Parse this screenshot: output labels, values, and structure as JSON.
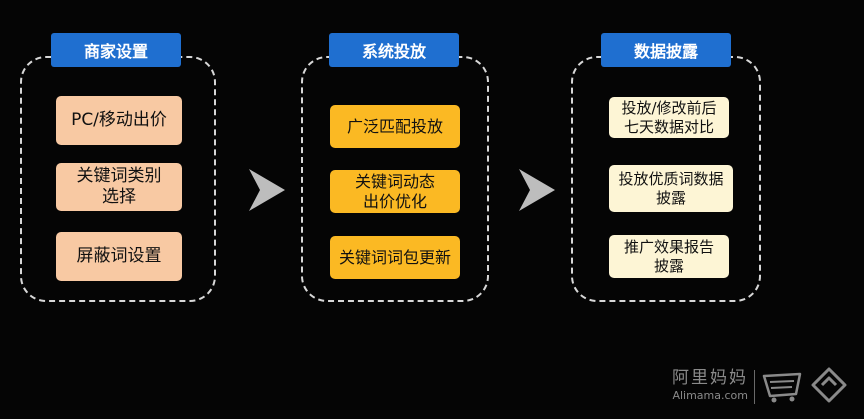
{
  "columns": [
    {
      "header": "商家设置",
      "items": [
        "PC/移动出价",
        "关键词类别\n选择",
        "屏蔽词设置"
      ]
    },
    {
      "header": "系统投放",
      "items": [
        "广泛匹配投放",
        "关键词动态\n出价优化",
        "关键词词包更新"
      ]
    },
    {
      "header": "数据披露",
      "items": [
        "投放/修改前后\n七天数据对比",
        "投放优质词数据\n披露",
        "推广效果报告\n披露"
      ]
    }
  ],
  "logo": {
    "cn": "阿里妈妈",
    "en": "Alimama.com"
  },
  "colors": {
    "header_blue": "#1f6fd0",
    "peach": "#f8c9a3",
    "gold": "#fbb923",
    "cream": "#fdf5d5",
    "arrow_gray": "#bdbdbd"
  }
}
